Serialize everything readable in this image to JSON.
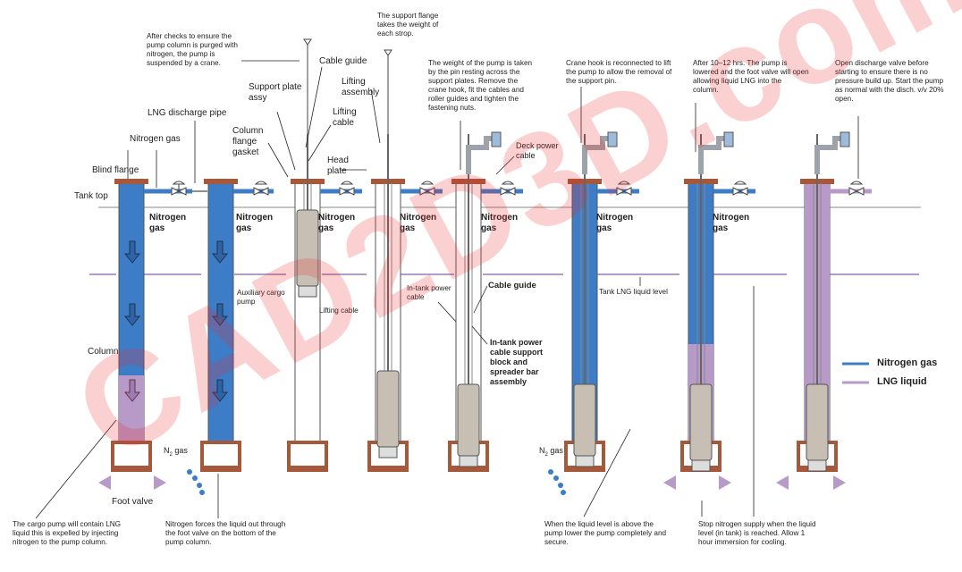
{
  "colors": {
    "nitrogen": "#3d7dc8",
    "lng": "#b79ac7",
    "outline": "#555555",
    "steel": "#9ea3ab",
    "pump": "#c7bfb3",
    "flange": "#a5583a",
    "watermark": "#eb2828"
  },
  "watermark": "CAD2D3D.com",
  "labels": {
    "blind_flange": "Blind flange",
    "tank_top": "Tank top",
    "nitrogen_gas_top": "Nitrogen gas",
    "lng_discharge_pipe": "LNG discharge pipe",
    "column": "Column",
    "foot_valve": "Foot valve",
    "n2_gas": "N",
    "n2_sub": "2",
    "n2_gas_suffix": " gas",
    "support_plate_assy": "Support plate assy",
    "column_flange_gasket": "Column flange gasket",
    "cable_guide_top": "Cable guide",
    "lifting_assembly": "Lifting assembly",
    "lifting_cable_top": "Lifting cable",
    "head_plate": "Head plate",
    "auxiliary_cargo_pump": "Auxiliary cargo pump",
    "in_tank_power_cable": "In-tank power cable",
    "lifting_cable": "Lifting cable",
    "deck_power_cable": "Deck power cable",
    "cable_guide_bold": "Cable guide",
    "support_block": "In-tank power cable support block and spreader bar assembly",
    "tank_lng_level": "Tank LNG liquid level",
    "nitrogen_gas_col": "Nitrogen gas"
  },
  "notes": {
    "n1": "After checks to ensure the pump column is purged with nitrogen, the pump is suspended by a crane.",
    "n2": "The support flange takes the weight of each strop.",
    "n3": "The weight of the pump is taken by the pin resting across the support plates. Remove the crane hook, fit the cables and roller guides and tighten the fastening nuts.",
    "n4": "Crane hook is reconnected to lift the pump to allow the removal of the support pin.",
    "n5": "After 10–12 hrs. The pump is lowered and the foot valve will open allowing liquid LNG into the column.",
    "n6": "Open discharge valve before starting to ensure there is no pressure build up. Start the pump as normal with the disch. v/v 20% open.",
    "b1": "The cargo pump will contain LNG liquid this is expelled by injecting nitrogen to the pump column.",
    "b2": "Nitrogen forces the liquid out through the foot valve on the bottom of the pump column.",
    "b3": "When the liquid level is above the pump lower the pump completely and secure.",
    "b4": "Stop nitrogen supply when the liquid level (in tank) is reached. Allow 1 hour immersion for cooling."
  },
  "legend": [
    {
      "name": "Nitrogen gas",
      "color": "#3d7dc8"
    },
    {
      "name": "LNG liquid",
      "color": "#b79ac7"
    }
  ]
}
